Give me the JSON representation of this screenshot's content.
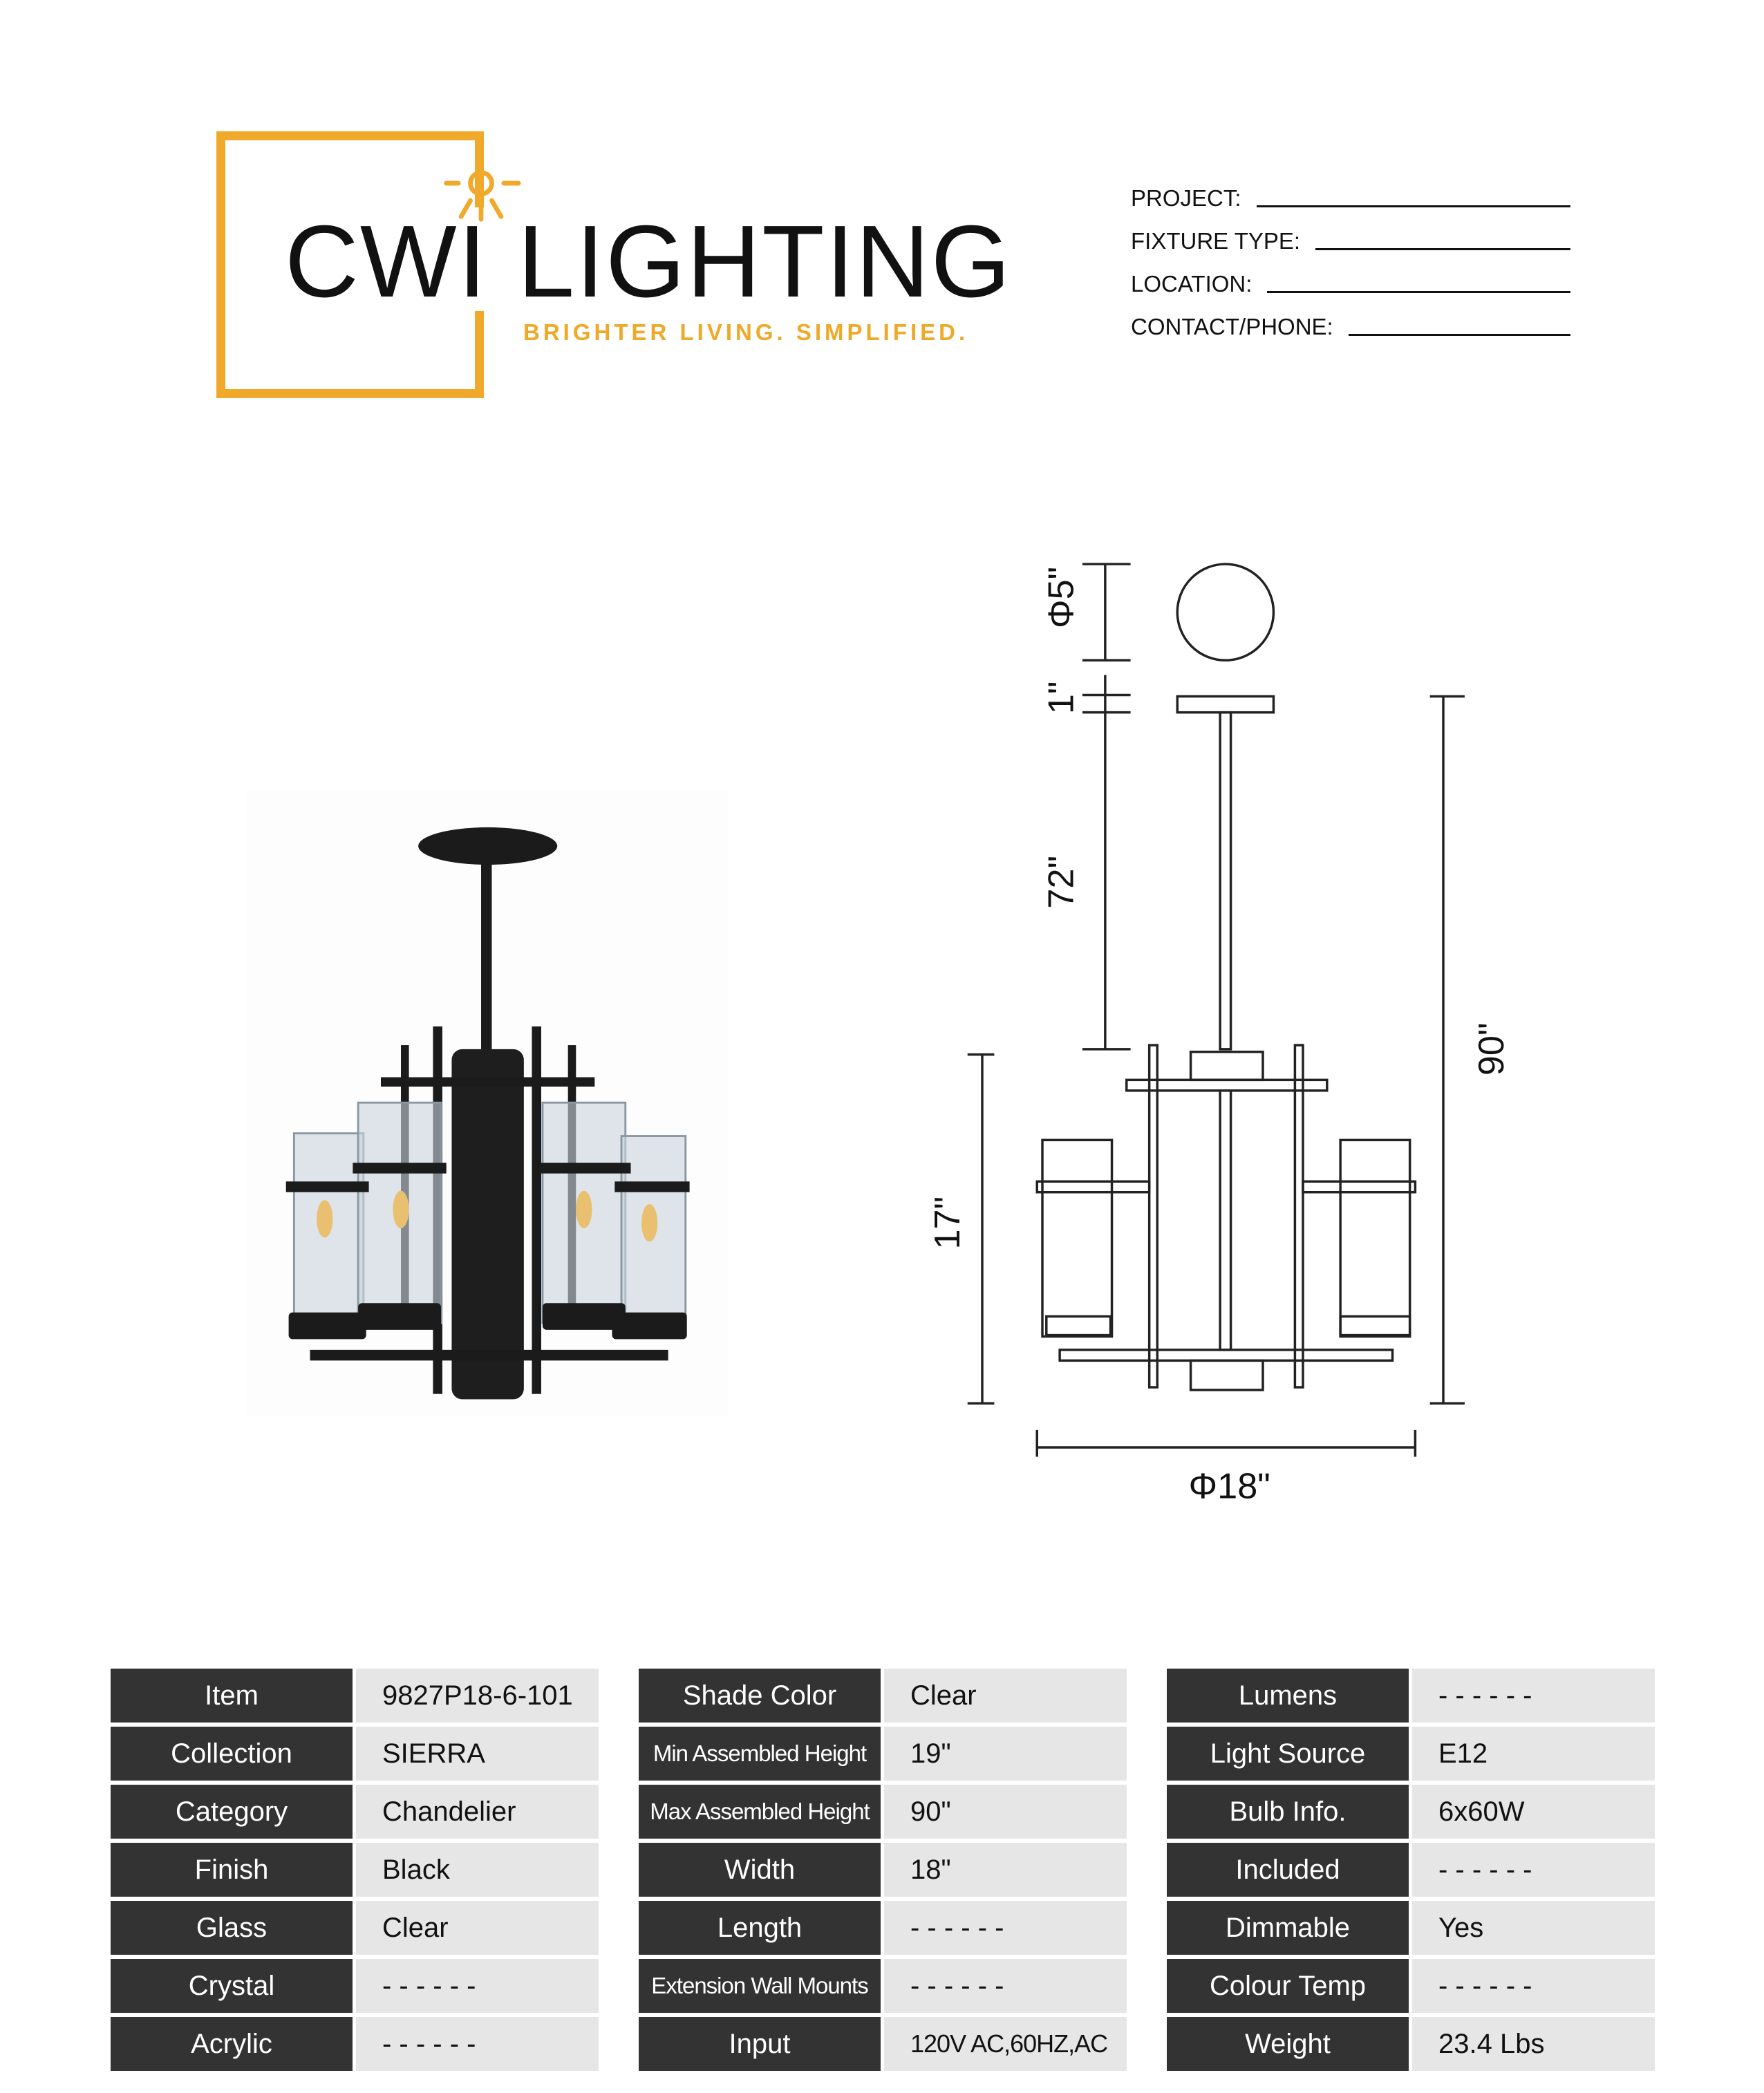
{
  "logo": {
    "brand": "CWI LIGHTING",
    "tagline": "BRIGHTER LIVING. SIMPLIFIED.",
    "accent_color": "#F0A92B"
  },
  "form": [
    {
      "label": "PROJECT:"
    },
    {
      "label": "FIXTURE TYPE:"
    },
    {
      "label": "LOCATION:"
    },
    {
      "label": "CONTACT/PHONE:"
    }
  ],
  "drawing": {
    "canopy_diameter": "Φ5\"",
    "canopy_height": "1\"",
    "chain_length": "72\"",
    "fixture_height": "17\"",
    "max_height": "90\"",
    "width": "Φ18\""
  },
  "specs": [
    [
      {
        "k": "Item",
        "v": "9827P18-6-101"
      },
      {
        "k": "Collection",
        "v": "SIERRA"
      },
      {
        "k": "Category",
        "v": "Chandelier"
      },
      {
        "k": "Finish",
        "v": "Black"
      },
      {
        "k": "Glass",
        "v": "Clear"
      },
      {
        "k": "Crystal",
        "v": "- - - - - -"
      },
      {
        "k": "Acrylic",
        "v": "- - - - - -"
      }
    ],
    [
      {
        "k": "Shade Color",
        "v": "Clear"
      },
      {
        "k": "Min Assembled Height",
        "v": "19\""
      },
      {
        "k": "Max Assembled Height",
        "v": "90\""
      },
      {
        "k": "Width",
        "v": "18\""
      },
      {
        "k": "Length",
        "v": "- - - - - -"
      },
      {
        "k": "Extension Wall Mounts",
        "v": "- - - - - -"
      },
      {
        "k": "Input",
        "v": "120V AC,60HZ,AC"
      }
    ],
    [
      {
        "k": "Lumens",
        "v": "- - - - - -"
      },
      {
        "k": "Light Source",
        "v": "E12"
      },
      {
        "k": "Bulb Info.",
        "v": "6x60W"
      },
      {
        "k": "Included",
        "v": "- - - - - -"
      },
      {
        "k": "Dimmable",
        "v": "Yes"
      },
      {
        "k": "Colour Temp",
        "v": "- - - - - -"
      },
      {
        "k": "Weight",
        "v": "23.4 Lbs"
      }
    ]
  ]
}
